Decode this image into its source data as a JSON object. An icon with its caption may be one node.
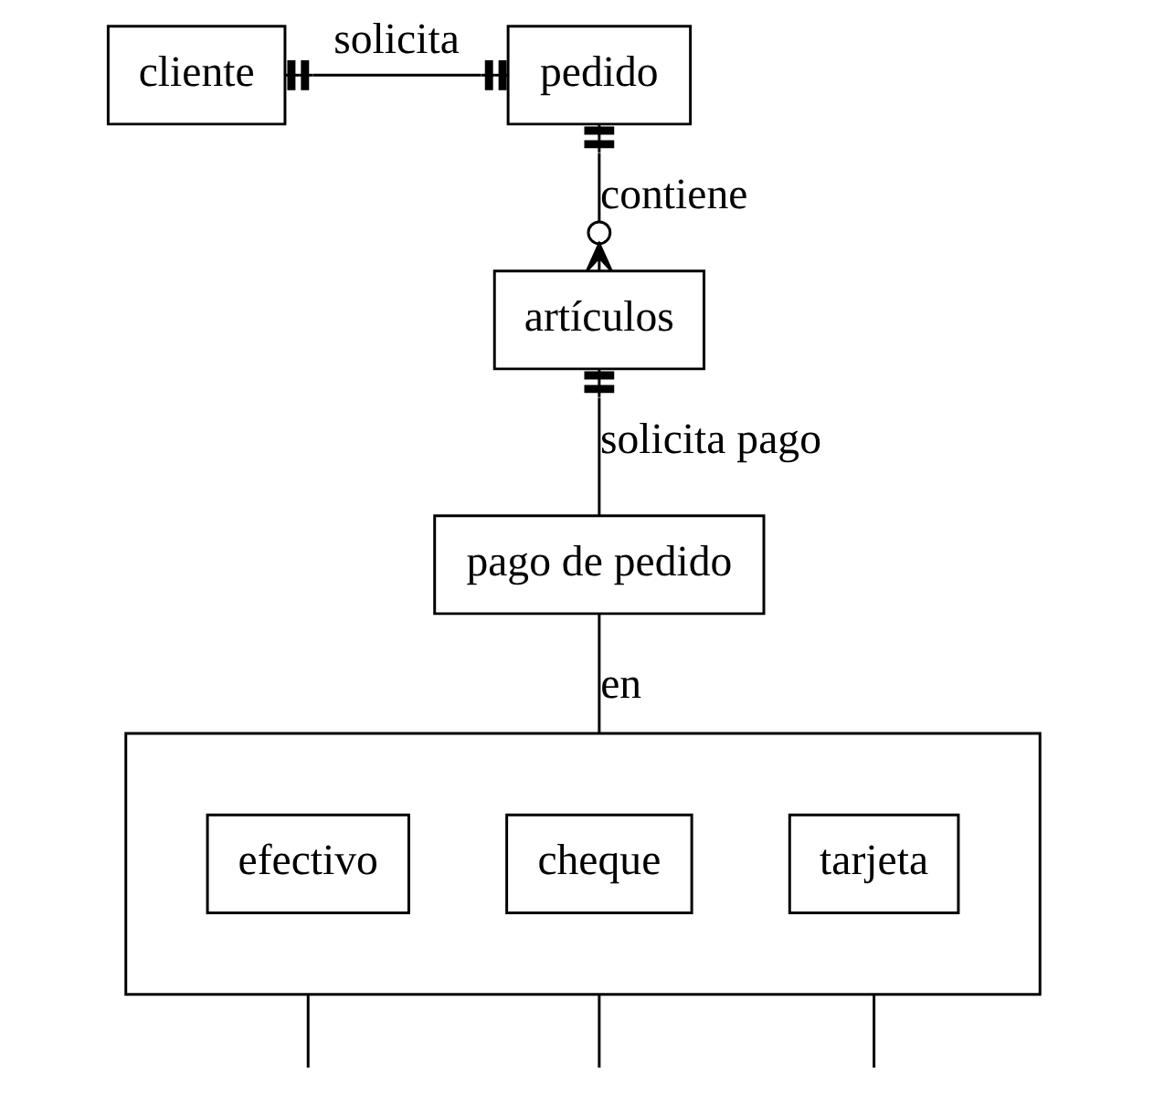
{
  "diagram": {
    "nodes": [
      {
        "text": [
          "cliente"
        ]
      },
      {
        "text": [
          "pedido"
        ]
      },
      {
        "text": [
          "artículos"
        ]
      },
      {
        "text": [
          "pago de pedido"
        ]
      },
      {
        "text": [],
        "shape": "box"
      },
      {
        "text": [
          "efectivo"
        ],
        "in": 4
      },
      {
        "text": [
          "cheque"
        ],
        "in": 4
      },
      {
        "text": [
          "tarjeta"
        ],
        "in": 4
      }
    ],
    "edges": [
      {
        "from": 0,
        "to": 1,
        "arrow": "other",
        "label": "solicita"
      },
      {
        "from": 1,
        "to": 2,
        "arrow": "other",
        "label": "contiene"
      },
      {
        "from": 2,
        "to": 3,
        "arrow": "other",
        "label": "solicita pago"
      },
      {
        "from": 3,
        "to": 4,
        "arrow": "none",
        "label": "en"
      },
      {
        "from": 4,
        "to": null,
        "arrow": "none"
      },
      {
        "from": 4,
        "to": null,
        "arrow": "none"
      },
      {
        "from": 4,
        "to": null,
        "arrow": "none"
      }
    ]
  }
}
